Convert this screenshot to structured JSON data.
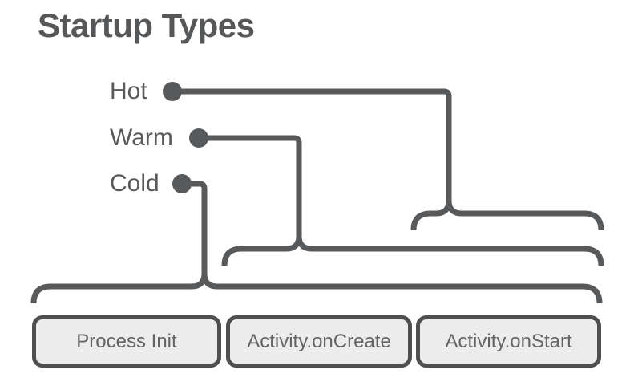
{
  "title": "Startup Types",
  "rows": [
    {
      "label": "Hot",
      "spans": [
        "Activity.onStart"
      ]
    },
    {
      "label": "Warm",
      "spans": [
        "Activity.onCreate",
        "Activity.onStart"
      ]
    },
    {
      "label": "Cold",
      "spans": [
        "Process Init",
        "Activity.onCreate",
        "Activity.onStart"
      ]
    }
  ],
  "phases": [
    {
      "label": "Process Init"
    },
    {
      "label": "Activity.onCreate"
    },
    {
      "label": "Activity.onStart"
    }
  ],
  "colors": {
    "line": "#58595B",
    "box_border": "#4E4F51",
    "box_fill": "#ECECEC",
    "label_text": "#58595B",
    "box_text": "#646464",
    "title_text": "#565759",
    "background": "#FFFFFF"
  }
}
